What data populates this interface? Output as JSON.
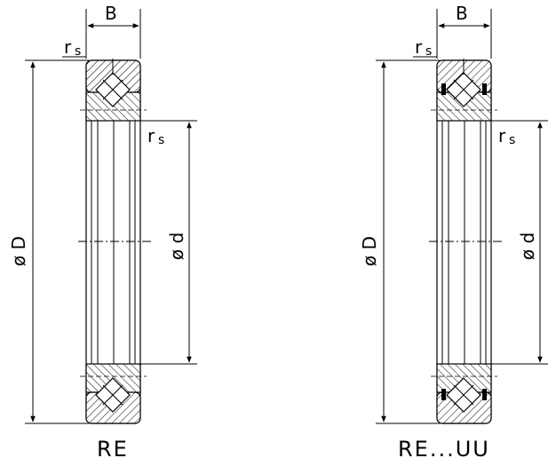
{
  "drawings": [
    {
      "id": "re",
      "caption": "RE",
      "labels": {
        "width": "B",
        "radius_top": "r",
        "radius_top_sub": "s",
        "radius_inner": "r",
        "radius_inner_sub": "s",
        "outer_diameter": "ø D",
        "inner_diameter": "ø d"
      },
      "has_seals": false
    },
    {
      "id": "re-uu",
      "caption": "RE...UU",
      "labels": {
        "width": "B",
        "radius_top": "r",
        "radius_top_sub": "s",
        "radius_inner": "r",
        "radius_inner_sub": "s",
        "outer_diameter": "ø D",
        "inner_diameter": "ø d"
      },
      "has_seals": true
    }
  ]
}
